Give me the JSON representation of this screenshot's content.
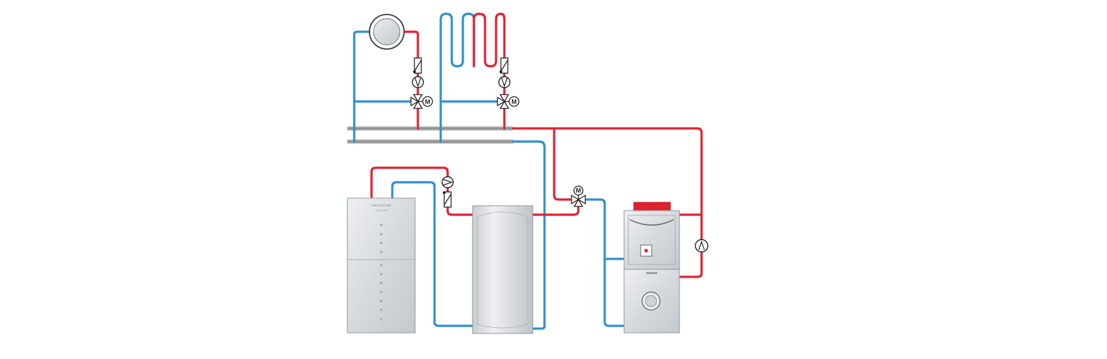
{
  "colors": {
    "supply_pipe": "#e1202f",
    "return_pipe": "#2f8fd0",
    "manifold": "#9a9a9a",
    "unit_body": "#dcdfe2",
    "unit_outline": "#8f959b",
    "boiler_top": "#e1202f",
    "indicator": "#e1202f"
  },
  "heat_pump": {
    "brand_text": "VIESSMANN",
    "model_text": "Vitocal 350"
  },
  "valve_label": "M",
  "components": {
    "radiator_circuit": "radiator",
    "floor_heating_circuit": "floor heating coil",
    "heat_pump": "heat pump",
    "buffer_tank": "buffer cylinder",
    "boiler": "boiler",
    "mixing_valves": "3-way mixing valve with motor",
    "pumps": "circulation pump",
    "check_valves": "non-return valve"
  }
}
